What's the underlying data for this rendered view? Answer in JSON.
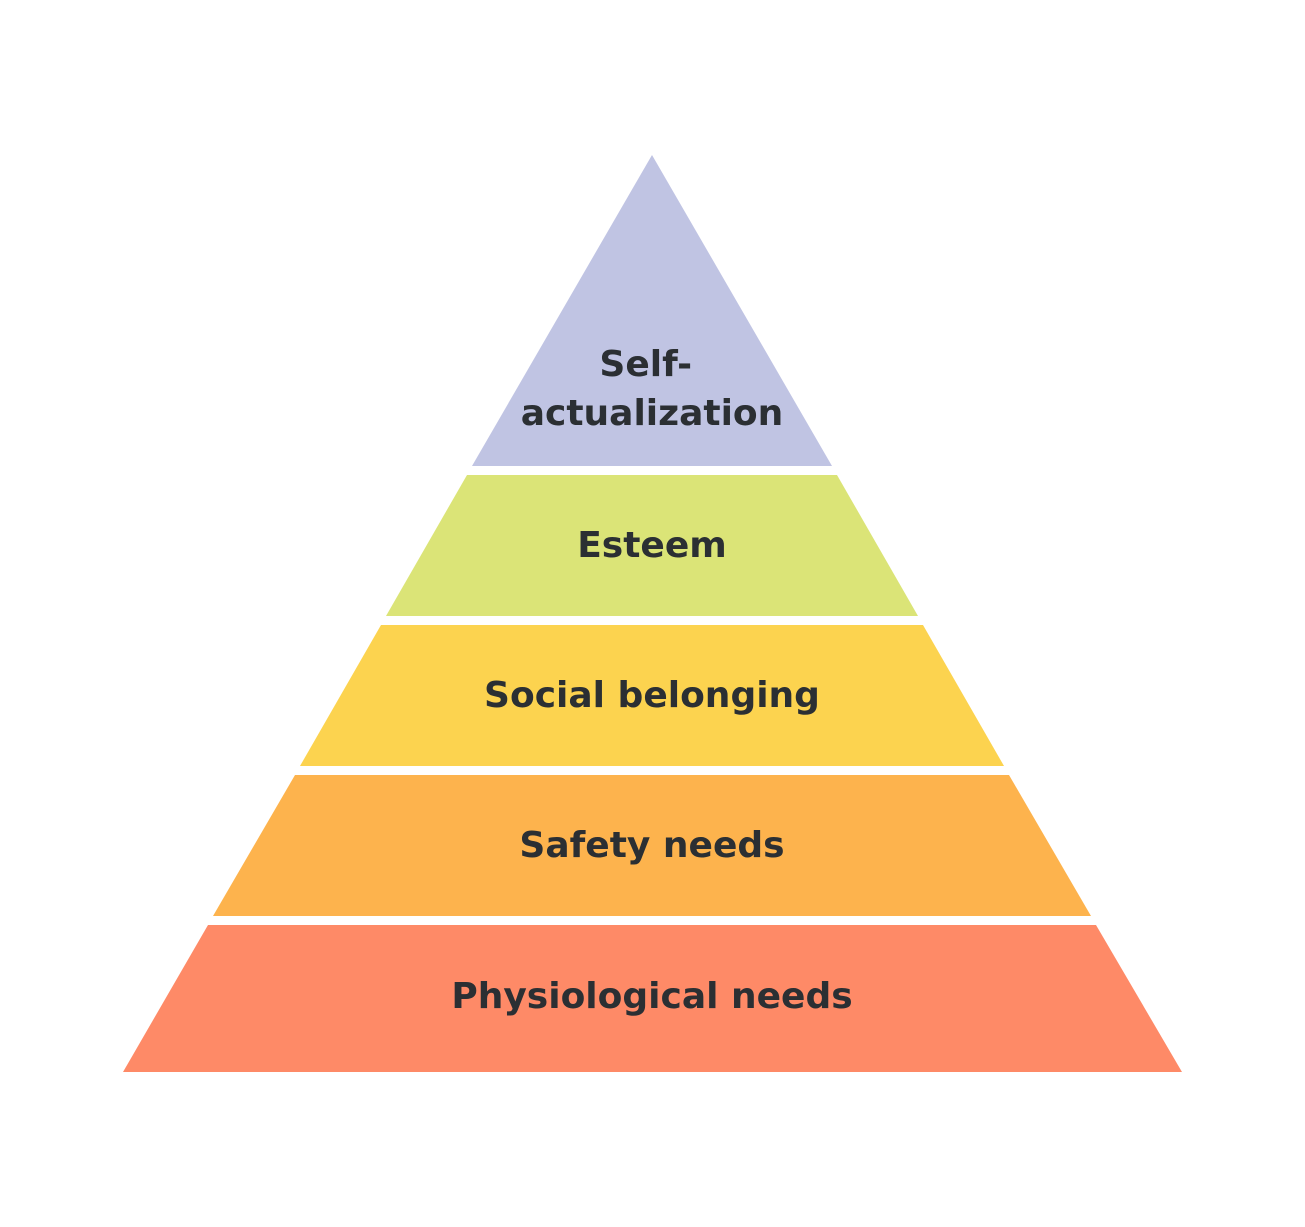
{
  "diagram": {
    "type": "pyramid",
    "tiers": [
      {
        "lines": [
          "Self-",
          "actualization"
        ],
        "color": "#c0c4e3"
      },
      {
        "lines": [
          "Esteem"
        ],
        "color": "#dbe477"
      },
      {
        "lines": [
          "Social belonging"
        ],
        "color": "#fcd34f"
      },
      {
        "lines": [
          "Safety needs"
        ],
        "color": "#fdb34d"
      },
      {
        "lines": [
          "Physiological needs"
        ],
        "color": "#fe8a67"
      }
    ]
  }
}
